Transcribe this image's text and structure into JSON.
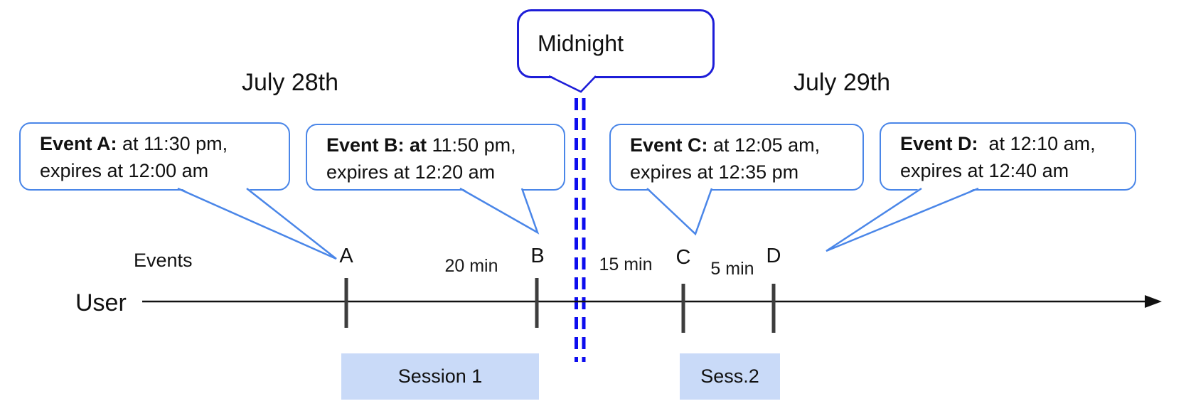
{
  "dates": {
    "left": "July 28th",
    "right": "July 29th"
  },
  "midnight": {
    "label": "Midnight"
  },
  "events": [
    {
      "id": "A",
      "line1_bold": "Event A:",
      "line1_rest": " at 11:30 pm,",
      "line2": "expires at 12:00 am"
    },
    {
      "id": "B",
      "line1_bold": "Event B: at",
      "line1_rest": " 11:50 pm,",
      "line2": "expires at 12:20 am"
    },
    {
      "id": "C",
      "line1_bold": "Event C:",
      "line1_rest": " at 12:05 am,",
      "line2": "expires at 12:35 pm"
    },
    {
      "id": "D",
      "line1_bold": "Event D:",
      "line1_rest": "  at 12:10 am,",
      "line2": "expires at 12:40 am"
    }
  ],
  "timeline": {
    "events_row_label": "Events",
    "user_row_label": "User",
    "intervals": [
      {
        "label": "20 min"
      },
      {
        "label": "15 min"
      },
      {
        "label": "5 min"
      }
    ]
  },
  "sessions": [
    {
      "label": "Session 1"
    },
    {
      "label": "Sess.2"
    }
  ],
  "colors": {
    "event_bubble_border": "#4a86e8",
    "midnight_bubble_border": "#1d1dd8",
    "midnight_dash": "#0d0dee",
    "session_fill": "#c9daf8",
    "tick": "#3d3d3d",
    "timeline": "#111111"
  }
}
